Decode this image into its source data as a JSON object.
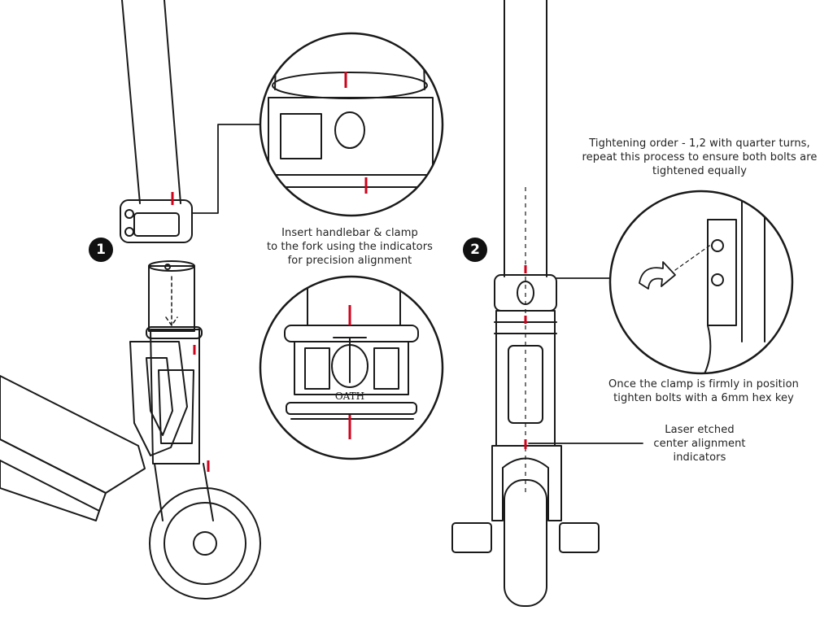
{
  "steps": {
    "one": "1",
    "two": "2"
  },
  "captions": {
    "insert": [
      "Insert handlebar & clamp",
      "to the fork using the indicators",
      "for precision alignment"
    ],
    "tightening": [
      "Tightening order - 1,2 with quarter turns,",
      "repeat this process to ensure both bolts are",
      "tightened equally"
    ],
    "clamp": [
      "Once the clamp is firmly in position",
      "tighten bolts with a 6mm hex key"
    ],
    "laser": [
      "Laser etched",
      "center alignment",
      "indicators"
    ]
  },
  "brand_mark": "OATH",
  "colors": {
    "line": "#1a1a1a",
    "indicator": "#d0021b",
    "badge": "#111111"
  }
}
